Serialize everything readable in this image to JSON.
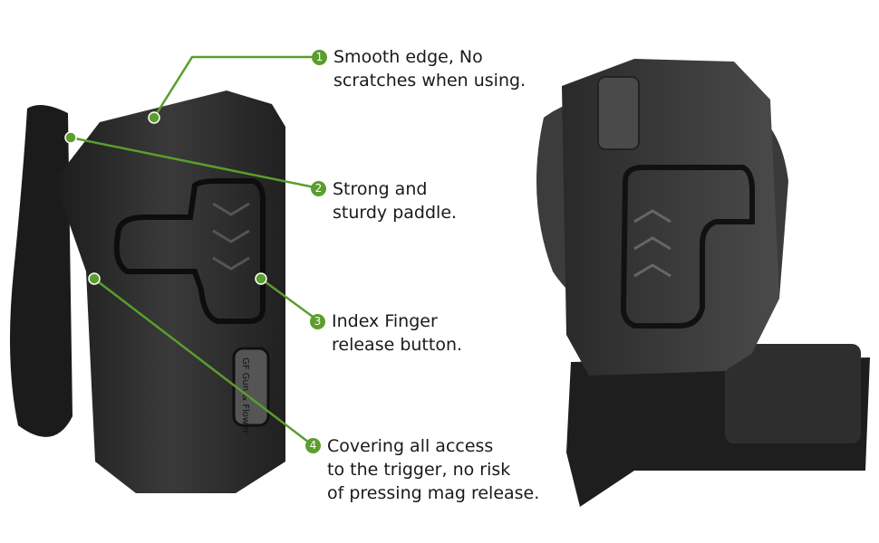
{
  "brand": {
    "logo_mark": "GF",
    "logo_text": "Gun & Flower"
  },
  "accent_color": "#5a9e2f",
  "callouts": [
    {
      "number": "1",
      "lines": [
        "Smooth edge, No",
        "scratches when using."
      ]
    },
    {
      "number": "2",
      "lines": [
        "Strong and",
        "sturdy paddle."
      ]
    },
    {
      "number": "3",
      "lines": [
        "Index Finger",
        "release button."
      ]
    },
    {
      "number": "4",
      "lines": [
        "Covering all access",
        "to the trigger, no risk",
        "of pressing mag release."
      ]
    }
  ]
}
